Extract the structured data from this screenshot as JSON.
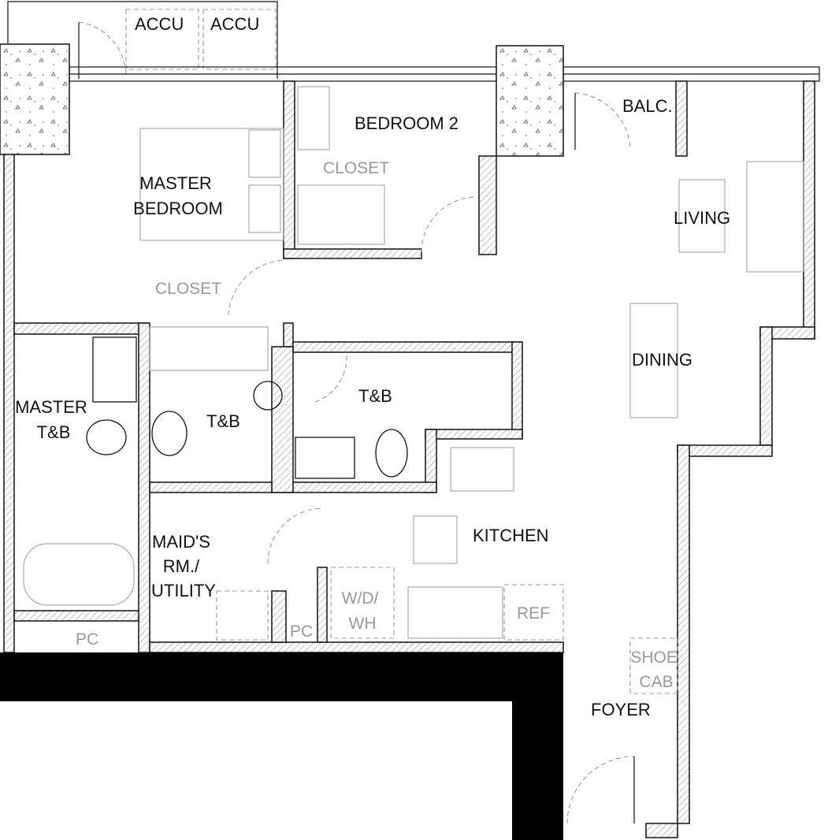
{
  "title": "Unit floor plan",
  "rooms": {
    "accu_1": "ACCU",
    "accu_2": "ACCU",
    "bedroom_2": "BEDROOM 2",
    "closet_bedroom_2": "CLOSET",
    "master_bedroom": [
      "MASTER",
      "BEDROOM"
    ],
    "balcony": "BALC.",
    "living": "LIVING",
    "closet_master": "CLOSET",
    "dining": "DINING",
    "tb_common": "T&B",
    "tb_bedroom_2": "T&B",
    "master_tb": [
      "MASTER",
      "T&B"
    ],
    "maids_room": [
      "MAID'S",
      "RM./",
      "UTILITY"
    ],
    "kitchen": "KITCHEN",
    "washer_dryer": [
      "W/D/",
      "WH"
    ],
    "ref": "REF",
    "pc_1": "PC",
    "pc_2": "PC",
    "shoe_cab": [
      "SHOE",
      "CAB"
    ],
    "foyer": "FOYER"
  },
  "colors": {
    "wall": "#111111",
    "furniture": "#aaaaaa",
    "slab": "#000000"
  }
}
